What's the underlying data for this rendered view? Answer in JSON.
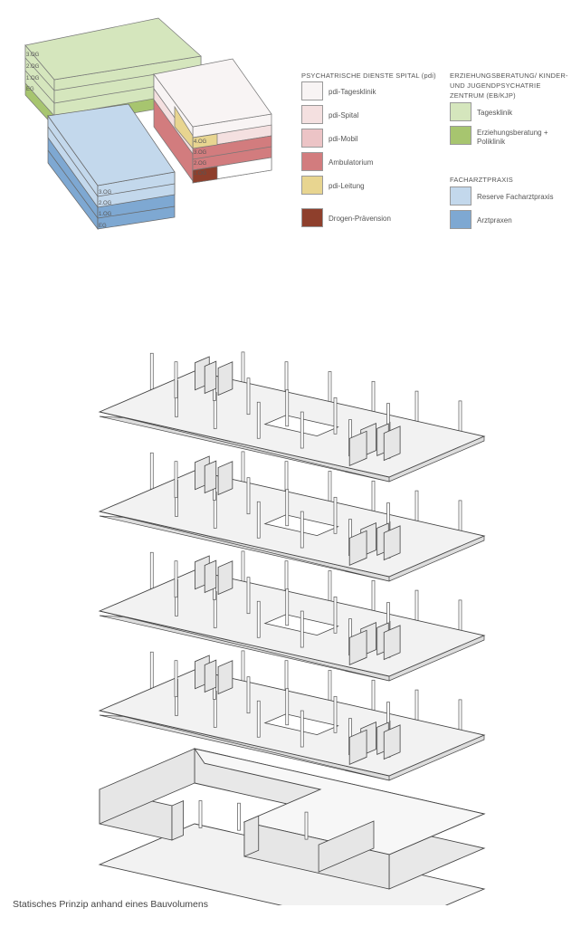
{
  "floor_labels": {
    "og3": "3.OG",
    "og2": "2.OG",
    "og1": "1.OG",
    "eg": "EG",
    "og4": "4.OG"
  },
  "legend": {
    "pdi": {
      "title": "PSYCHATRISCHE DIENSTE SPITAL (pdi)",
      "items": [
        {
          "label": "pdi-Tagesklinik",
          "color": "#f8f4f4"
        },
        {
          "label": "pdi-Spital",
          "color": "#f4e0e0"
        },
        {
          "label": "pdi-Mobil",
          "color": "#ecc4c6"
        },
        {
          "label": "Ambulatorium",
          "color": "#d27c7e"
        },
        {
          "label": "pdi-Leitung",
          "color": "#e8d590"
        },
        {
          "label": "Drogen-Prävension",
          "color": "#8e3f2c"
        }
      ]
    },
    "eb": {
      "title": "ERZIEHUNGSBERATUNG/ KINDER- UND JUGENDPSYCHATRIE ZENTRUM (EB/KJP)",
      "items": [
        {
          "label": "Tagesklinik",
          "color": "#d5e6bd"
        },
        {
          "label": "Erziehungsberatung + Poliklinik",
          "color": "#a7c56f"
        }
      ]
    },
    "fa": {
      "title": "FACHARZTPRAXIS",
      "items": [
        {
          "label": "Reserve Facharztpraxis",
          "color": "#c3d8ec"
        },
        {
          "label": "Arztpraxen",
          "color": "#7ea8d2"
        }
      ]
    }
  },
  "caption": "Statisches Prinzip anhand eines Bauvolumens"
}
